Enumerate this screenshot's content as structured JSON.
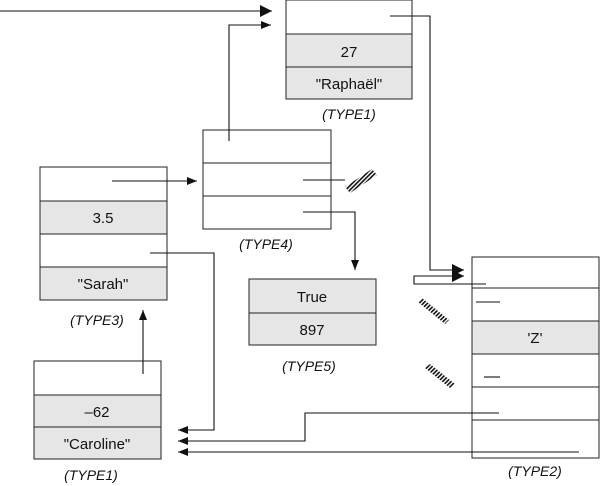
{
  "colors": {
    "filled_cell": "#e6e6e6",
    "empty_cell": "#ffffff",
    "line": "#111111"
  },
  "records": {
    "raphael": {
      "type_label": "(TYPE1)",
      "age": "27",
      "name": "\"Raphaël\""
    },
    "sarah": {
      "type_label": "(TYPE3)",
      "value": "3.5",
      "name": "\"Sarah\""
    },
    "node4": {
      "type_label": "(TYPE4)"
    },
    "node5": {
      "type_label": "(TYPE5)",
      "flag": "True",
      "number": "897"
    },
    "caroline": {
      "type_label": "(TYPE1)",
      "age": "–62",
      "name": "\"Caroline\""
    },
    "node2": {
      "type_label": "(TYPE2)",
      "char": "'Z'"
    }
  }
}
